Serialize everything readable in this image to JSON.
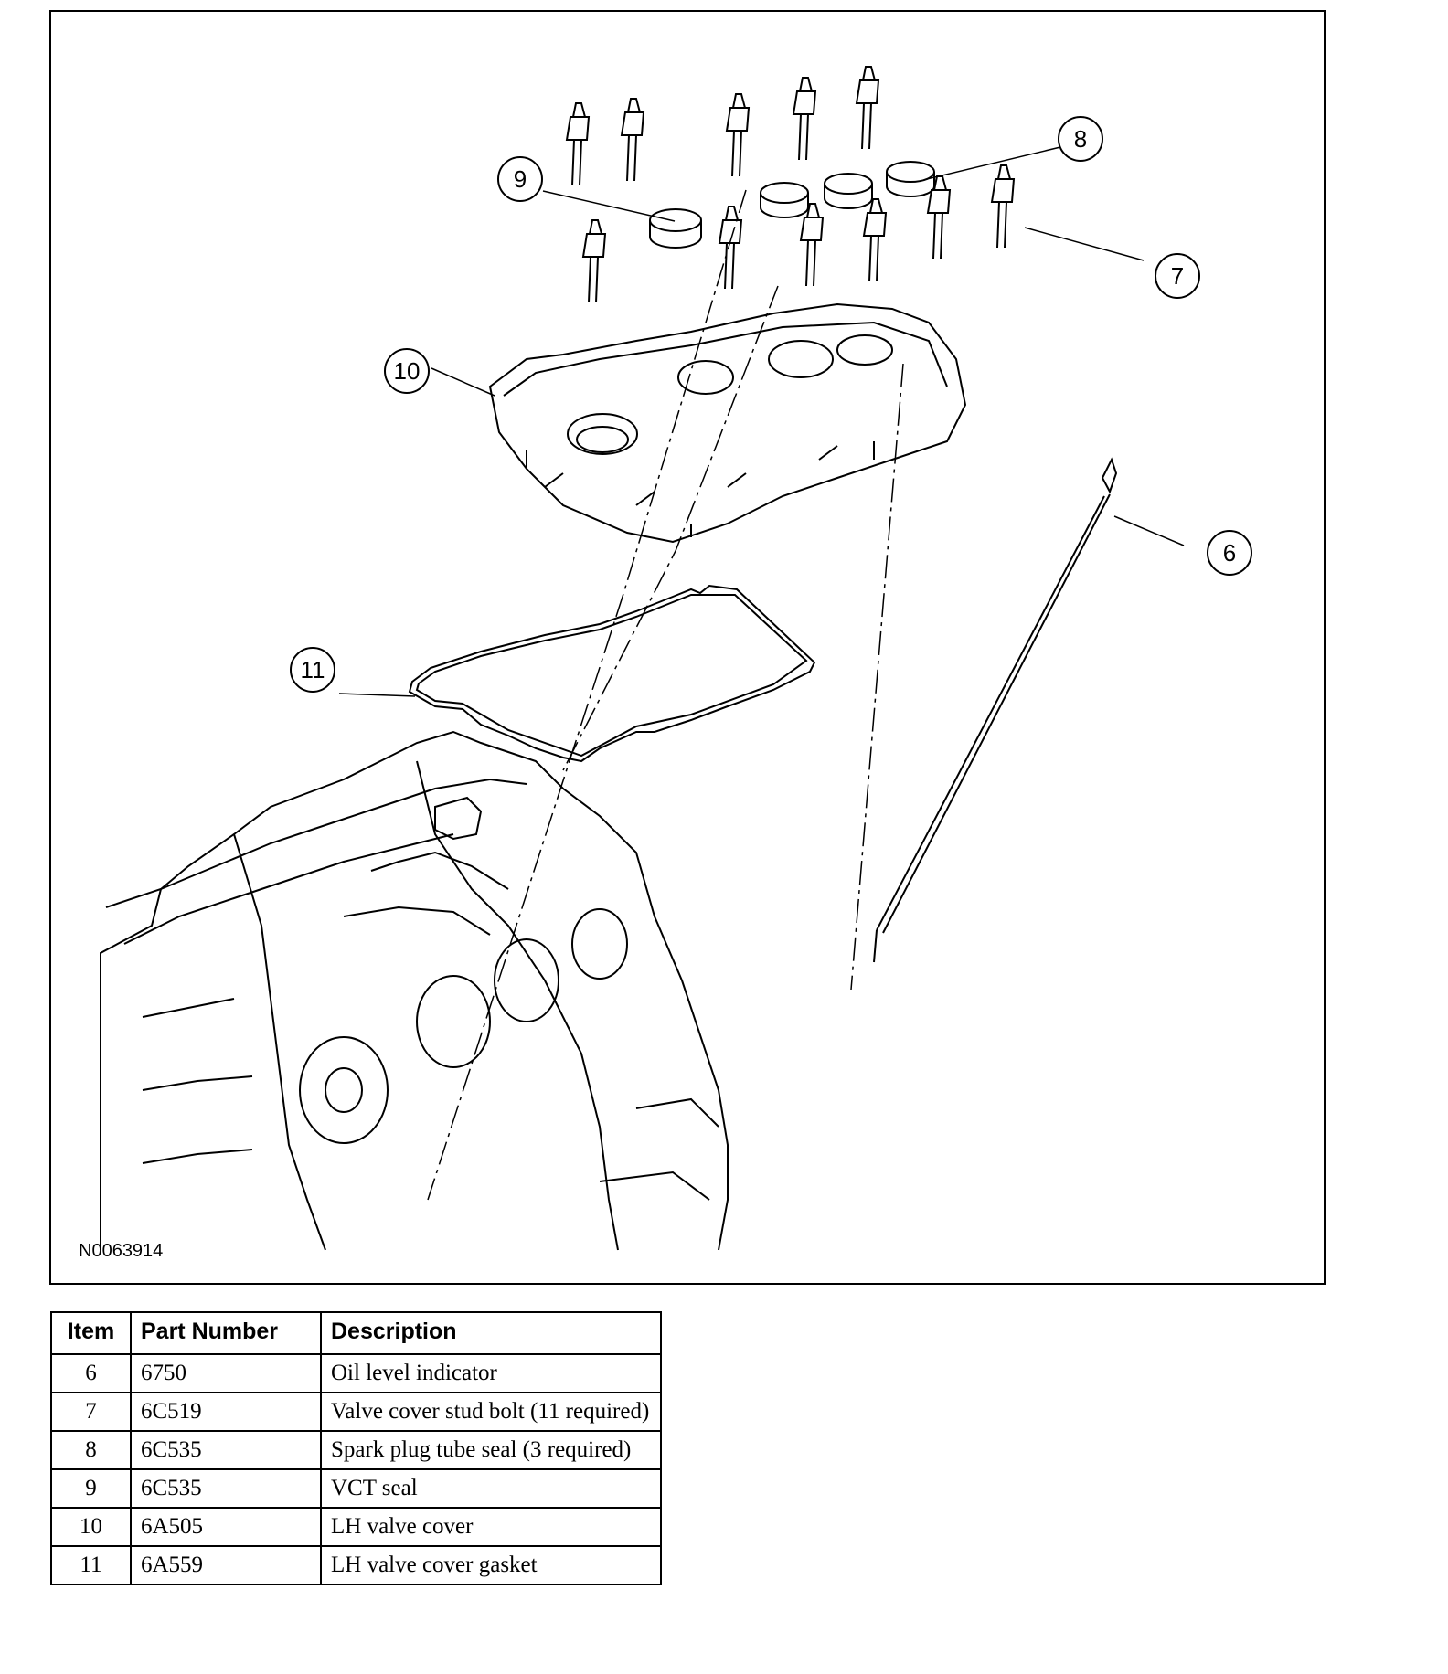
{
  "diagram": {
    "figure_id": "N0063914",
    "callouts": [
      "9",
      "8",
      "7",
      "10",
      "6",
      "11"
    ]
  },
  "table": {
    "headers": [
      "Item",
      "Part Number",
      "Description"
    ],
    "rows": [
      [
        "6",
        "6750",
        "Oil level indicator"
      ],
      [
        "7",
        "6C519",
        "Valve cover stud bolt (11 required)"
      ],
      [
        "8",
        "6C535",
        "Spark plug tube seal (3 required)"
      ],
      [
        "9",
        "6C535",
        "VCT seal"
      ],
      [
        "10",
        "6A505",
        "LH valve cover"
      ],
      [
        "11",
        "6A559",
        "LH valve cover gasket"
      ]
    ]
  }
}
